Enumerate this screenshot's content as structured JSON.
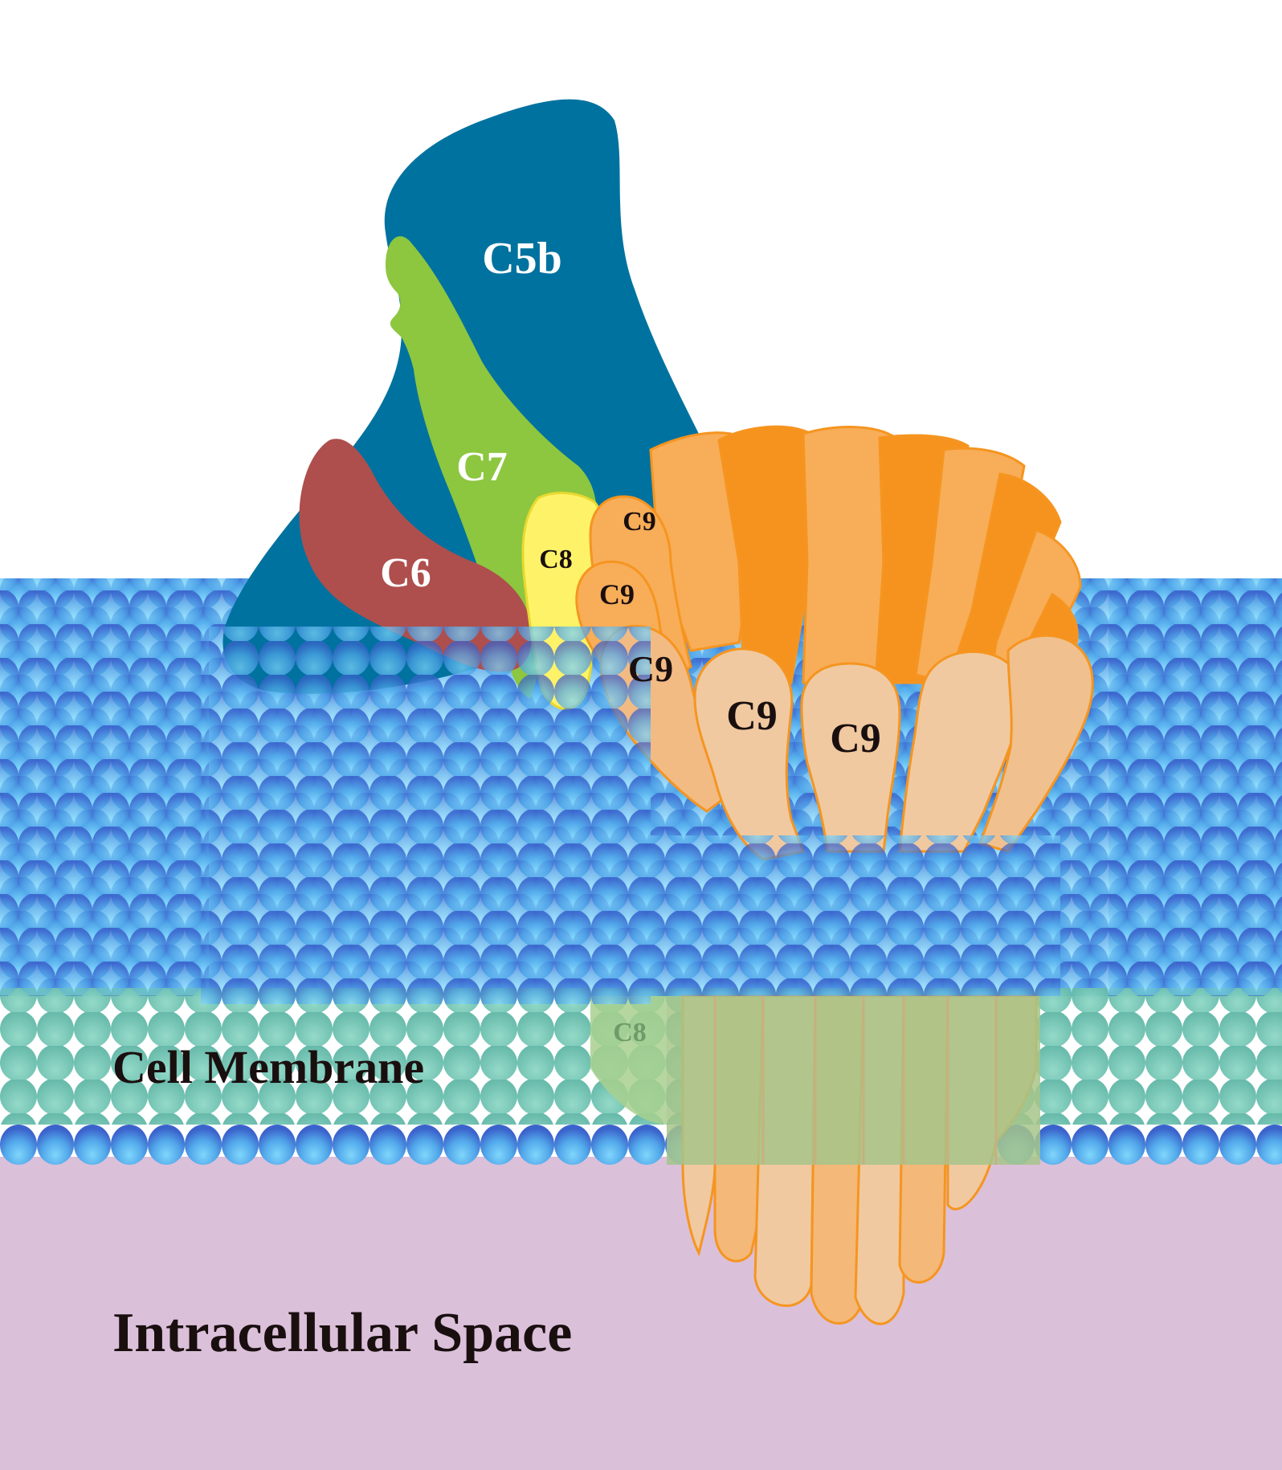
{
  "colors": {
    "background": "#ffffff",
    "intracellular": "#dbc0da",
    "membrane_head": "#4f9fe6",
    "membrane_head_light": "#6cc4f5",
    "membrane_head_dark": "#3a6fd0",
    "membrane_core": "#7cc6b6",
    "c5b": "#00729f",
    "c6": "#ae4f4d",
    "c7": "#8dc63f",
    "c8": "#fef368",
    "c9_dark": "#f6931e",
    "c9_mid": "#f8ad58",
    "c9_light": "#f0c9a0",
    "c9_stroke": "#f59520",
    "label_light": "#ffffff",
    "label_dark": "#1a0f0f"
  },
  "labels": {
    "c5b": "C5b",
    "c7": "C7",
    "c6": "C6",
    "c8_top": "C8",
    "c8_bottom": "C8",
    "c9_a": "C9",
    "c9_b": "C9",
    "c9_c": "C9",
    "c9_d": "C9",
    "c9_e": "C9",
    "cell_membrane": "Cell Membrane",
    "intracellular_space": "Intracellular Space"
  }
}
